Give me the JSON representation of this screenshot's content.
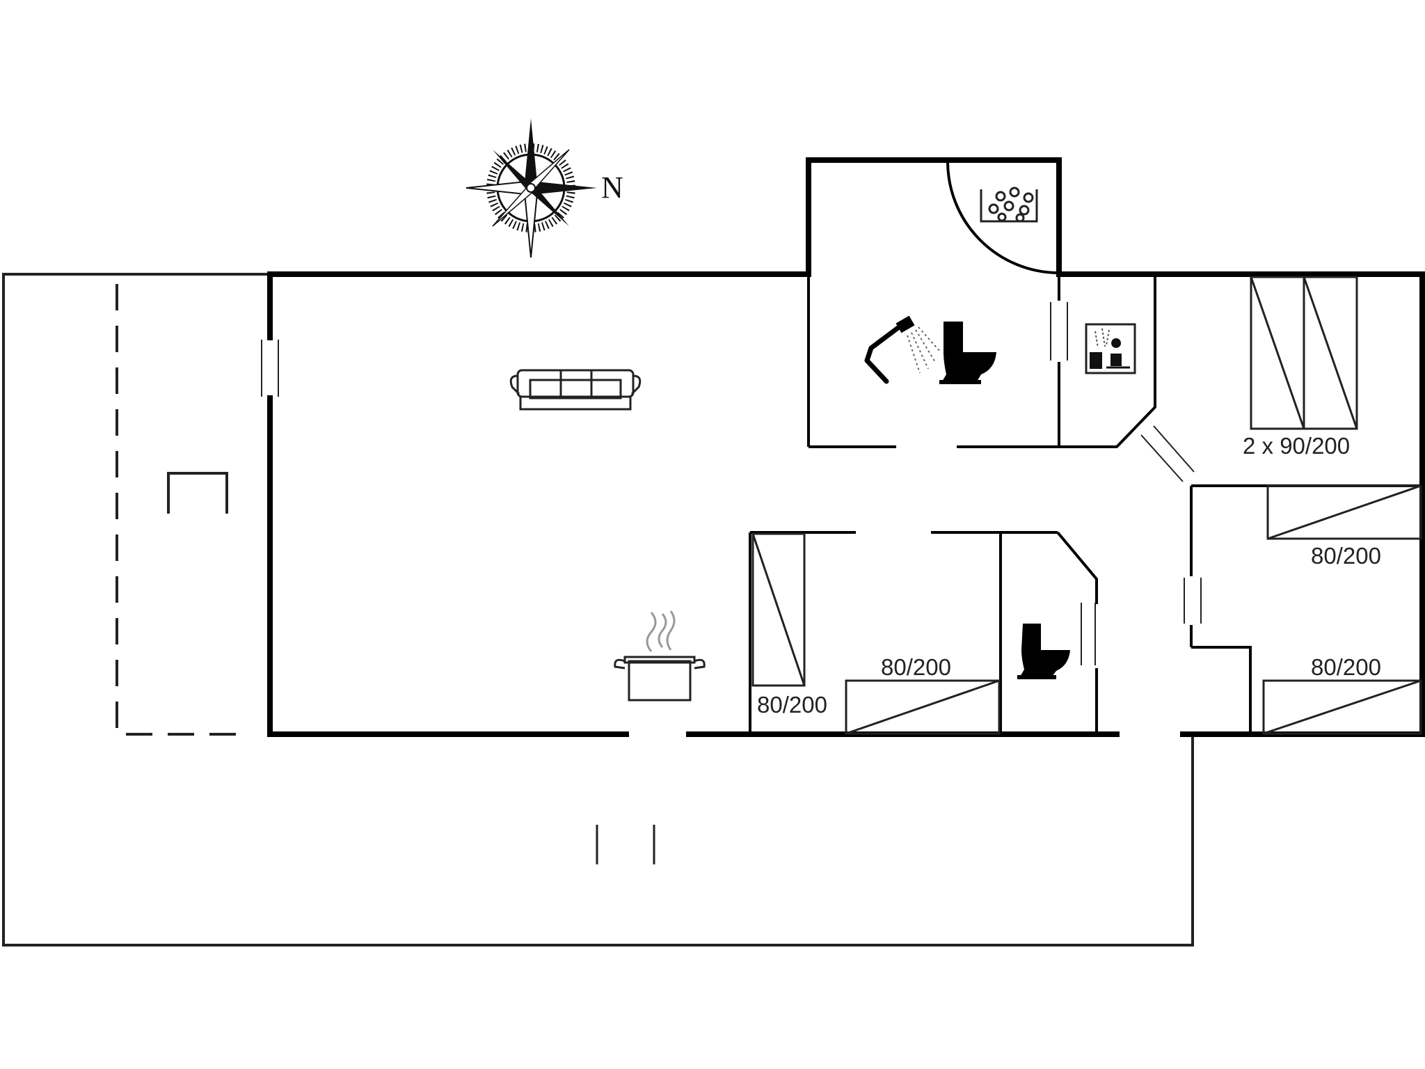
{
  "compass": {
    "label": "N"
  },
  "beds": {
    "double_bedroom": "2 x 90/200",
    "bedroom_top_right": "80/200",
    "bedroom_bottom_right": "80/200",
    "bunk_upper": "80/200",
    "bunk_lower": "80/200"
  },
  "icons": [
    "compass-icon",
    "sofa-icon",
    "cooking-pot-icon",
    "shower-icon",
    "toilet-icon",
    "whirlpool-icon",
    "sauna-icon"
  ],
  "colors": {
    "wall": "#000000",
    "line": "#222222",
    "background": "#ffffff"
  }
}
